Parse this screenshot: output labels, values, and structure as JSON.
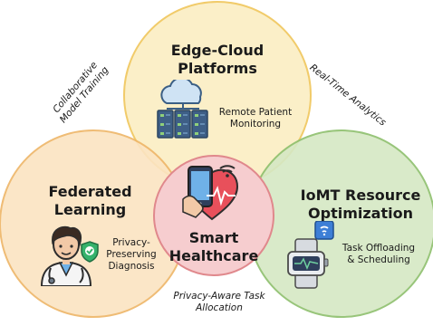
{
  "circles": {
    "top_title_line1": "Edge-Cloud",
    "top_title_line2": "Platforms",
    "top_caption_line1": "Remote Patient",
    "top_caption_line2": "Monitoring",
    "left_title_line1": "Federated",
    "left_title_line2": "Learning",
    "left_caption_line1": "Privacy-",
    "left_caption_line2": "Preserving",
    "left_caption_line3": "Diagnosis",
    "right_title_line1": "IoMT Resource",
    "right_title_line2": "Optimization",
    "right_caption_line1": "Task Offloading",
    "right_caption_line2": "& Scheduling",
    "center_title_line1": "Smart",
    "center_title_line2": "Healthcare"
  },
  "links": {
    "top_left_line1": "Collaborative",
    "top_left_line2": "Model Training",
    "top_right": "Real-Time Analytics",
    "bottom_line1": "Privacy-Aware Task",
    "bottom_line2": "Allocation"
  },
  "colors": {
    "top_fill": "#fbeec4",
    "left_fill": "#fbe4c2",
    "right_fill": "#d5e8c4",
    "center_fill": "#f6cdcf",
    "ring_top": "#f0c75e",
    "ring_left": "#eeb567",
    "ring_right": "#8dbf6c",
    "ring_center": "#e0888c"
  }
}
